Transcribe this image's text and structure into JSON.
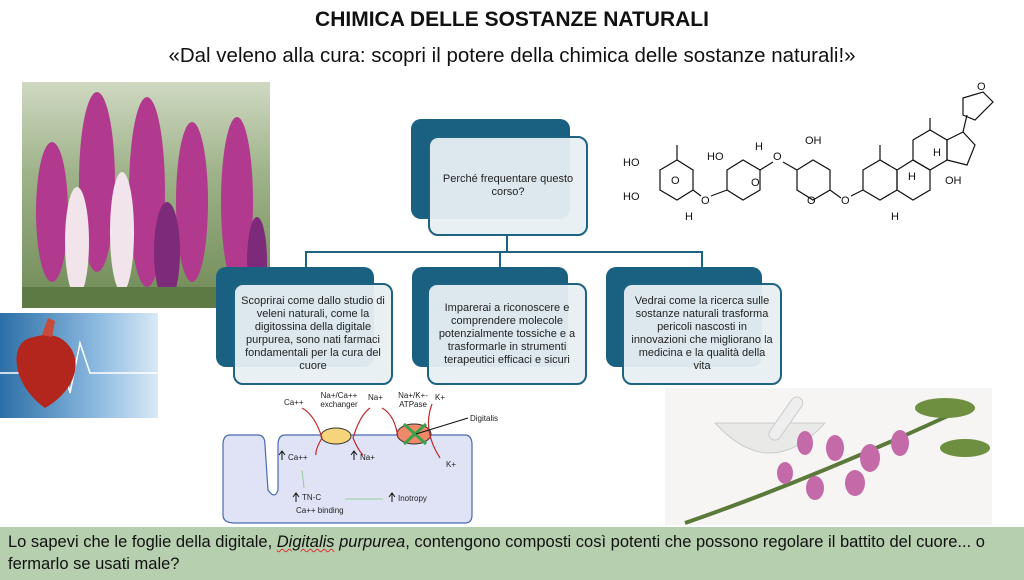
{
  "slide": {
    "title": "CHIMICA DELLE SOSTANZE NATURALI",
    "subtitle": "«Dal veleno alla cura: scopri il potere della chimica delle sostanze naturali!»"
  },
  "flowchart": {
    "root": "Perché frequentare questo corso?",
    "children": [
      "Scoprirai come dallo studio di veleni naturali, come la digitossina della digitale purpurea, sono nati farmaci fondamentali per la cura del cuore",
      "Imparerai a riconoscere e comprendere molecole potenzialmente tossiche e a trasformarle in strumenti terapeutici efficaci e sicuri",
      "Vedrai come la ricerca sulle sostanze naturali trasforma pericoli nascosti in innovazioni che migliorano la medicina e la qualità della vita"
    ]
  },
  "diagram": {
    "ca_out": "Ca++",
    "exchanger": "Na+/Ca++ exchanger",
    "na_out": "Na+",
    "atpase": "Na+/K+- ATPase",
    "k_out": "K+",
    "digitalis": "Digitalis",
    "ca_in": "Ca++",
    "na_in": "Na+",
    "k_in": "K+",
    "tnc": "TN-C",
    "binding": "Ca++ binding",
    "inotropy": "Inotropy"
  },
  "molecule": {
    "labels": [
      "HO",
      "HO",
      "HO",
      "OH",
      "OH",
      "H",
      "H",
      "H",
      "H",
      "H",
      "O",
      "O",
      "O",
      "O",
      "O",
      "O",
      "O"
    ]
  },
  "banner": {
    "before": "Lo sapevi che le foglie della digitale, ",
    "species_genus": "Digitalis",
    "species_epithet": " purpurea",
    "after": ", contengono composti così potenti che possono regolare il battito del cuore... o fermarlo se usati male?"
  },
  "colors": {
    "accent": "#1a6080",
    "banner": "#b6cfae"
  }
}
